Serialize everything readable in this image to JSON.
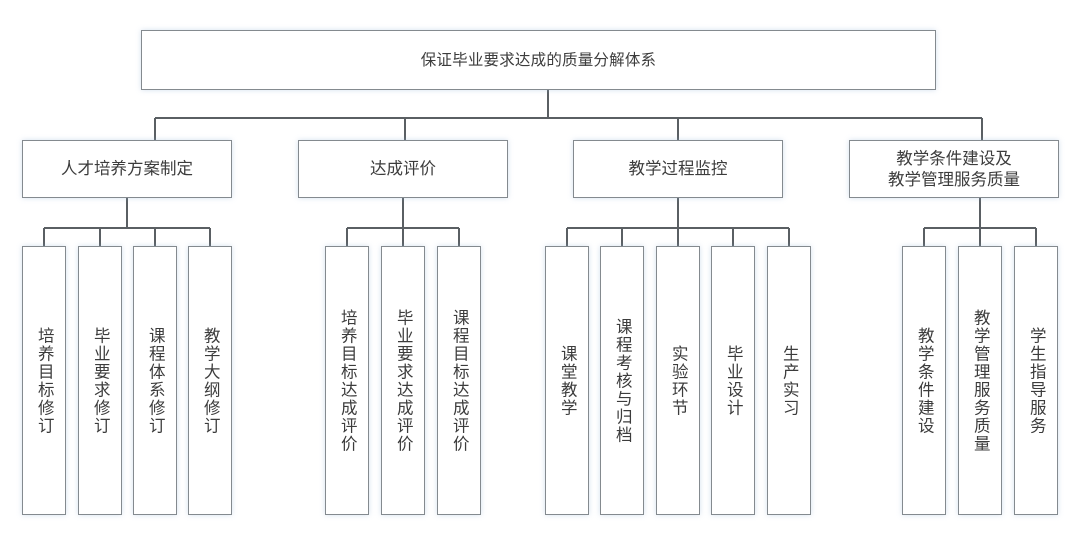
{
  "diagram": {
    "title": "保证毕业要求达成的质量分解体系",
    "orientation": "top-down-tree",
    "levels": 3,
    "colors": {
      "border": "#848a8f",
      "text": "#3c3c3c",
      "background": "#ffffff",
      "connector": "#5a5f63"
    },
    "root": {
      "label": "保证毕业要求达成的质量分解体系"
    },
    "branches": [
      {
        "label": "人才培养方案制定",
        "label_lines": [
          "人才培养方案制定"
        ],
        "children": [
          {
            "label": "培养目标修订"
          },
          {
            "label": "毕业要求修订"
          },
          {
            "label": "课程体系修订"
          },
          {
            "label": "教学大纲修订"
          }
        ]
      },
      {
        "label": "达成评价",
        "label_lines": [
          "达成评价"
        ],
        "children": [
          {
            "label": "培养目标达成评价"
          },
          {
            "label": "毕业要求达成评价"
          },
          {
            "label": "课程目标达成评价"
          }
        ]
      },
      {
        "label": "教学过程监控",
        "label_lines": [
          "教学过程监控"
        ],
        "children": [
          {
            "label": "课堂教学"
          },
          {
            "label": "课程考核与归档"
          },
          {
            "label": "实验环节"
          },
          {
            "label": "毕业设计"
          },
          {
            "label": "生产实习"
          }
        ]
      },
      {
        "label": "教学条件建设及教学管理服务质量",
        "label_lines": [
          "教学条件建设及",
          "教学管理服务质量"
        ],
        "children": [
          {
            "label": "教学条件建设"
          },
          {
            "label": "教学管理服务质量"
          },
          {
            "label": "学生指导服务"
          }
        ]
      }
    ]
  }
}
